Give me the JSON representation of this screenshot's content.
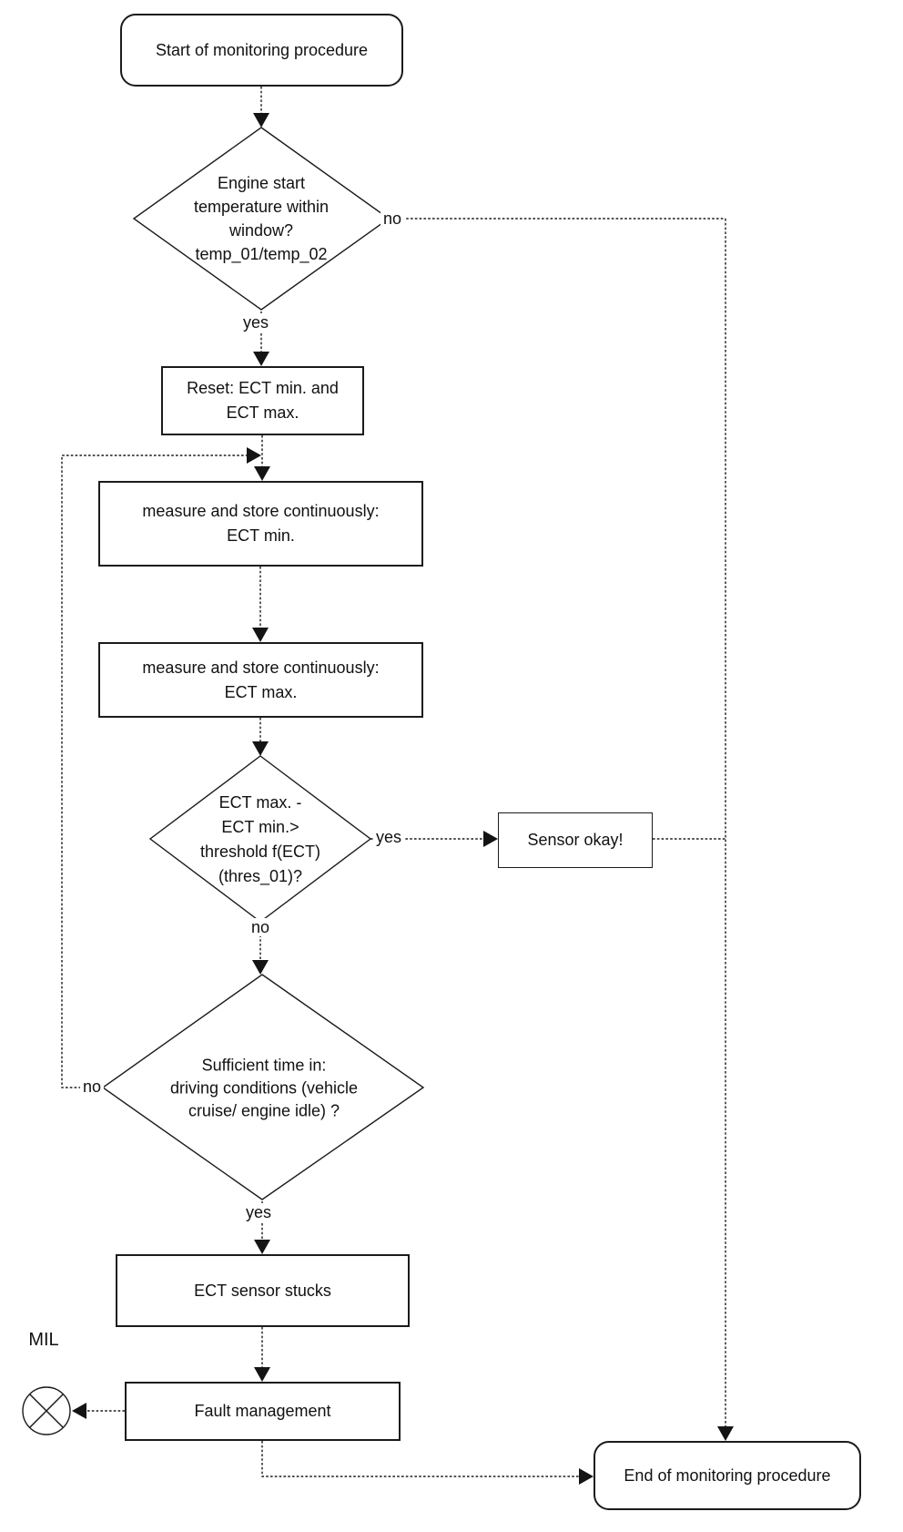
{
  "diagram": {
    "nodes": {
      "start": "Start of monitoring procedure",
      "engine_start_window": "Engine start\ntemperature within\nwindow?\ntemp_01/temp_02",
      "reset": "Reset: ECT min. and\nECT max.",
      "measure_min": "measure and store continuously:\nECT min.",
      "measure_max": "measure and store continuously:\nECT max.",
      "threshold": "ECT max. -\nECT min.>\nthreshold f(ECT)\n(thres_01)?",
      "sensor_okay": "Sensor okay!",
      "sufficient_time": "Sufficient time in:\ndriving conditions (vehicle\ncruise/ engine idle) ?",
      "sensor_stucks": "ECT sensor stucks",
      "fault_management": "Fault management",
      "end": "End of monitoring procedure"
    },
    "edge_labels": {
      "engine_window_yes": "yes",
      "engine_window_no": "no",
      "threshold_yes": "yes",
      "threshold_no": "no",
      "sufficient_time_yes": "yes",
      "sufficient_time_no": "no"
    },
    "annotations": {
      "mil": "MIL"
    },
    "icons": {
      "mil_indicator": "circled-x-lamp-icon"
    },
    "colors": {
      "line": "#1b1b1b",
      "background": "#ffffff",
      "text": "#111111"
    }
  }
}
